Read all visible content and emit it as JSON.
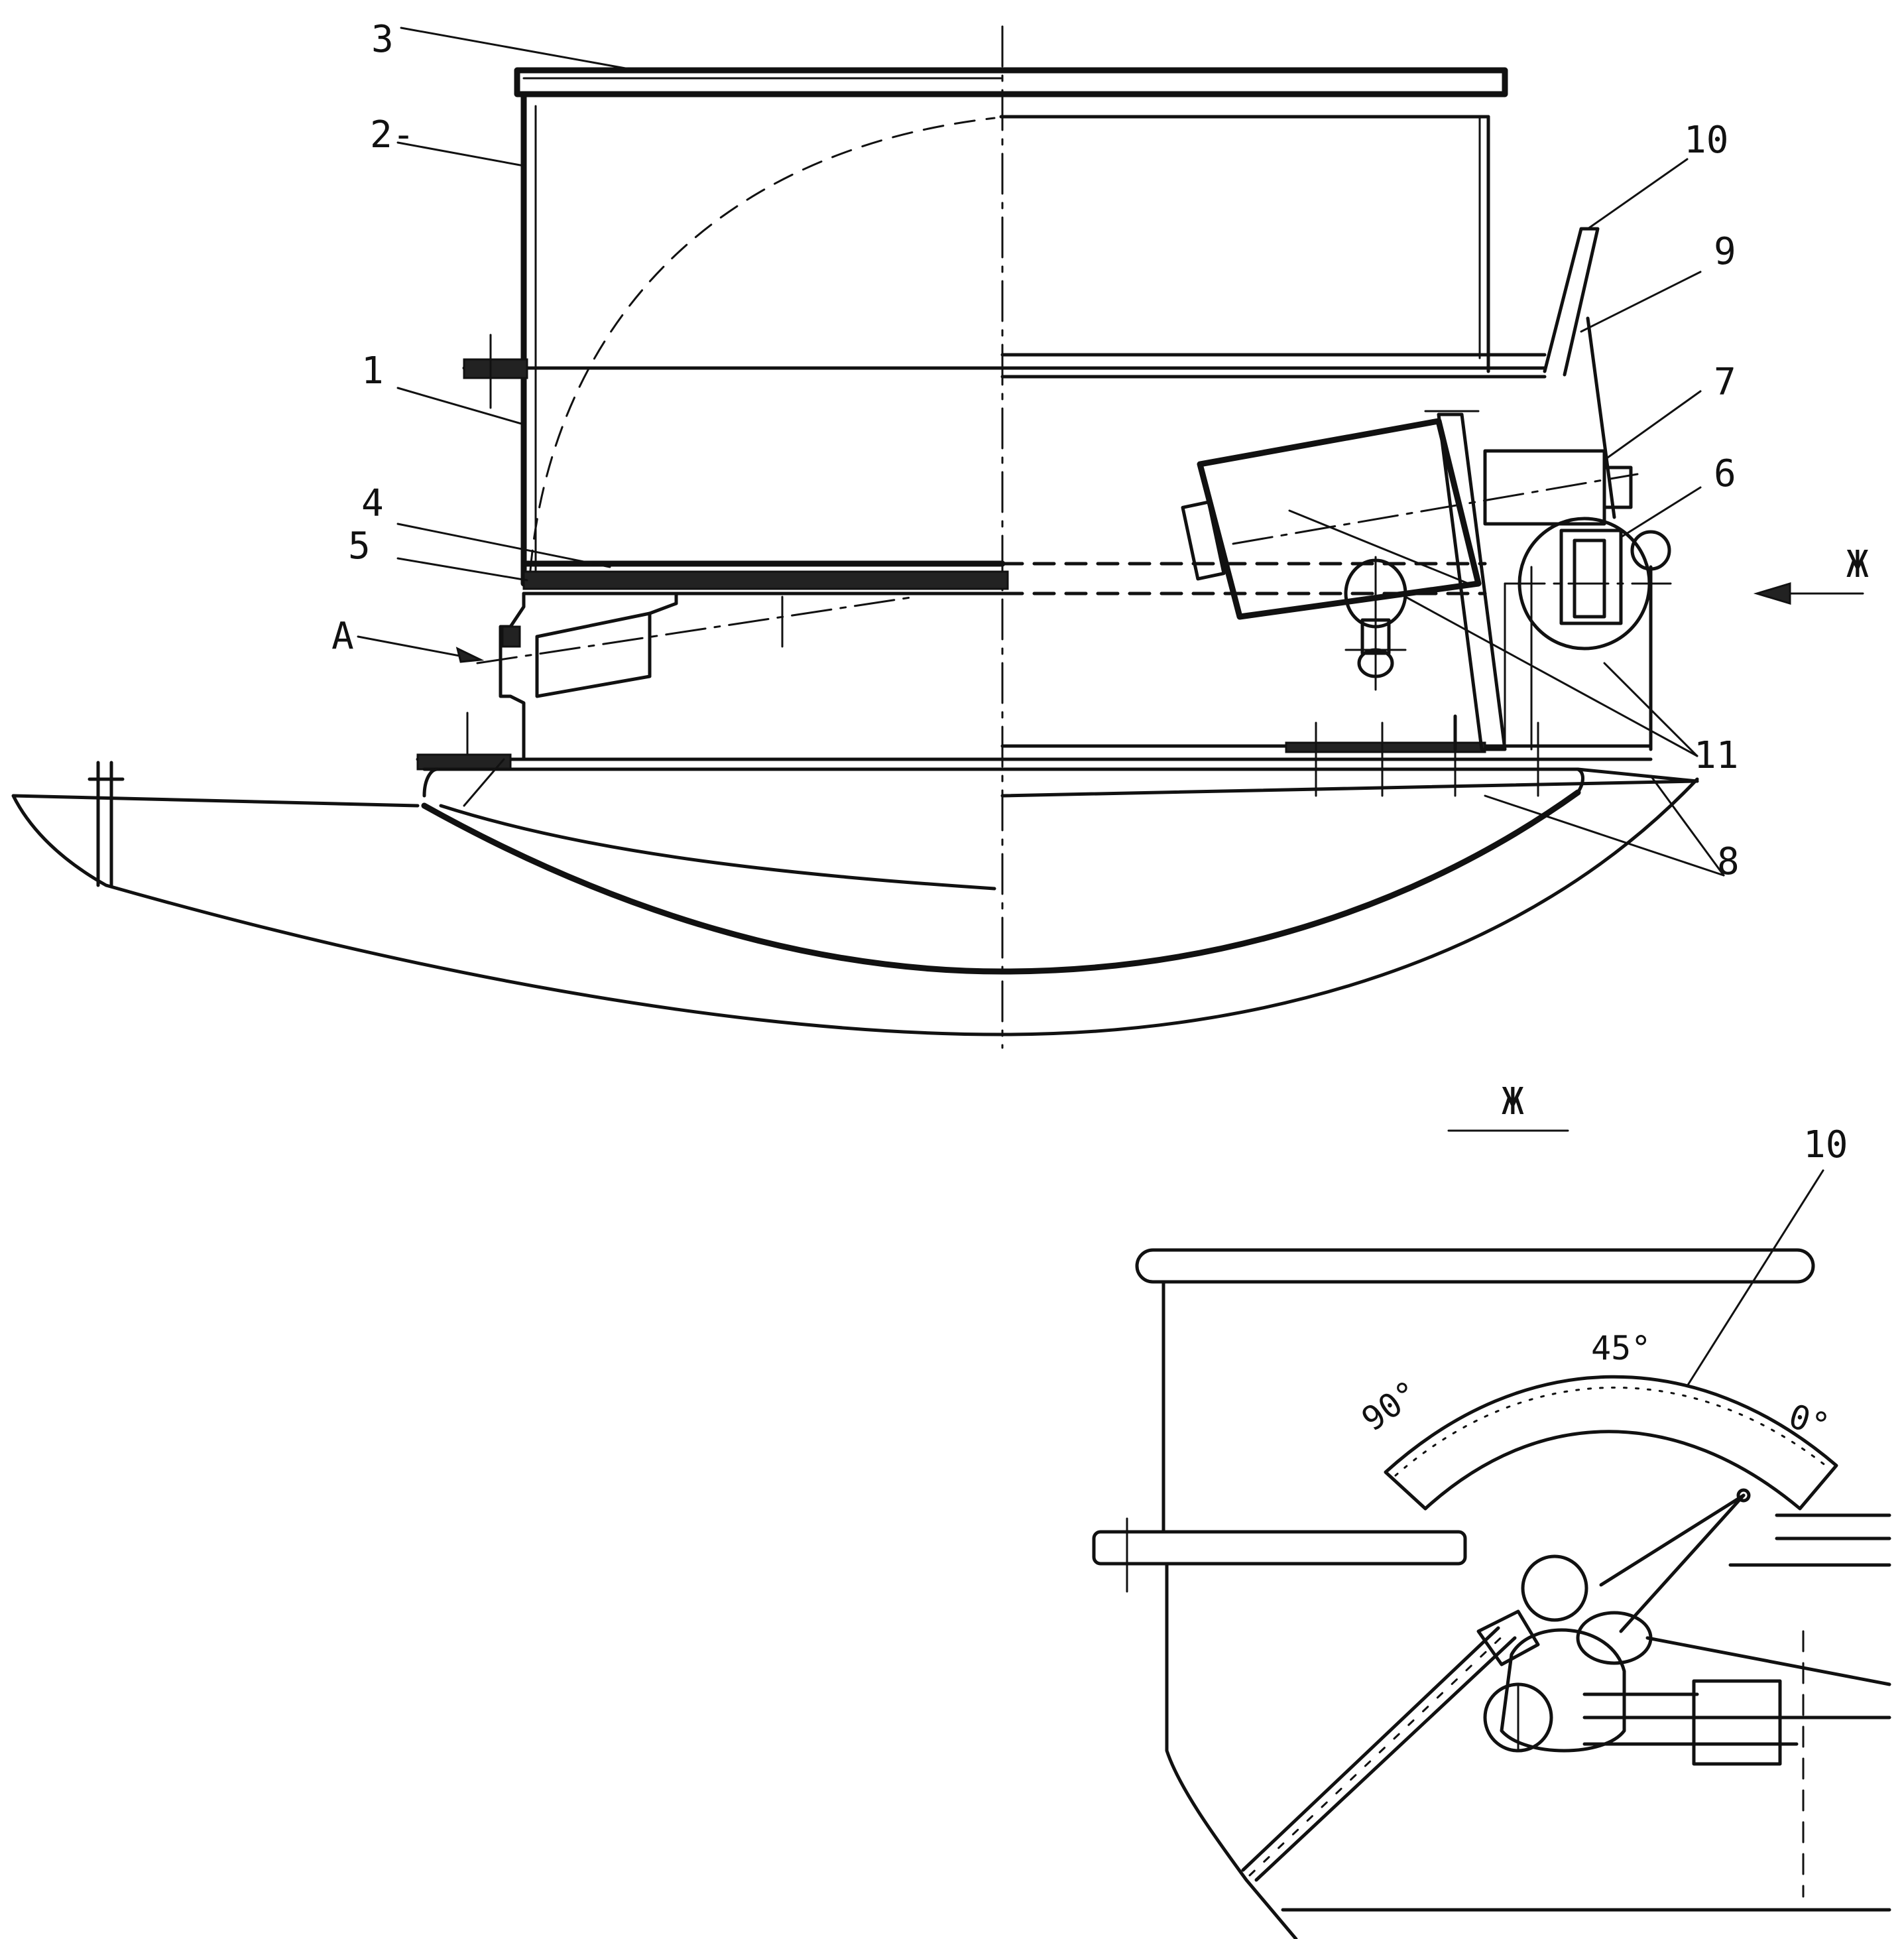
{
  "callouts": {
    "c1": "1",
    "c2": "2-",
    "c3": "3",
    "c4": "4",
    "c5": "5",
    "c6": "6",
    "c7": "7",
    "c8": "8",
    "c9": "9",
    "c10": "10",
    "c11": "11",
    "cA": "A",
    "viewArrow": "Ж"
  },
  "view": {
    "title": "Ж",
    "callout10": "10"
  },
  "scale": {
    "mark90": "90°",
    "mark45": "45°",
    "mark0": "0°"
  }
}
